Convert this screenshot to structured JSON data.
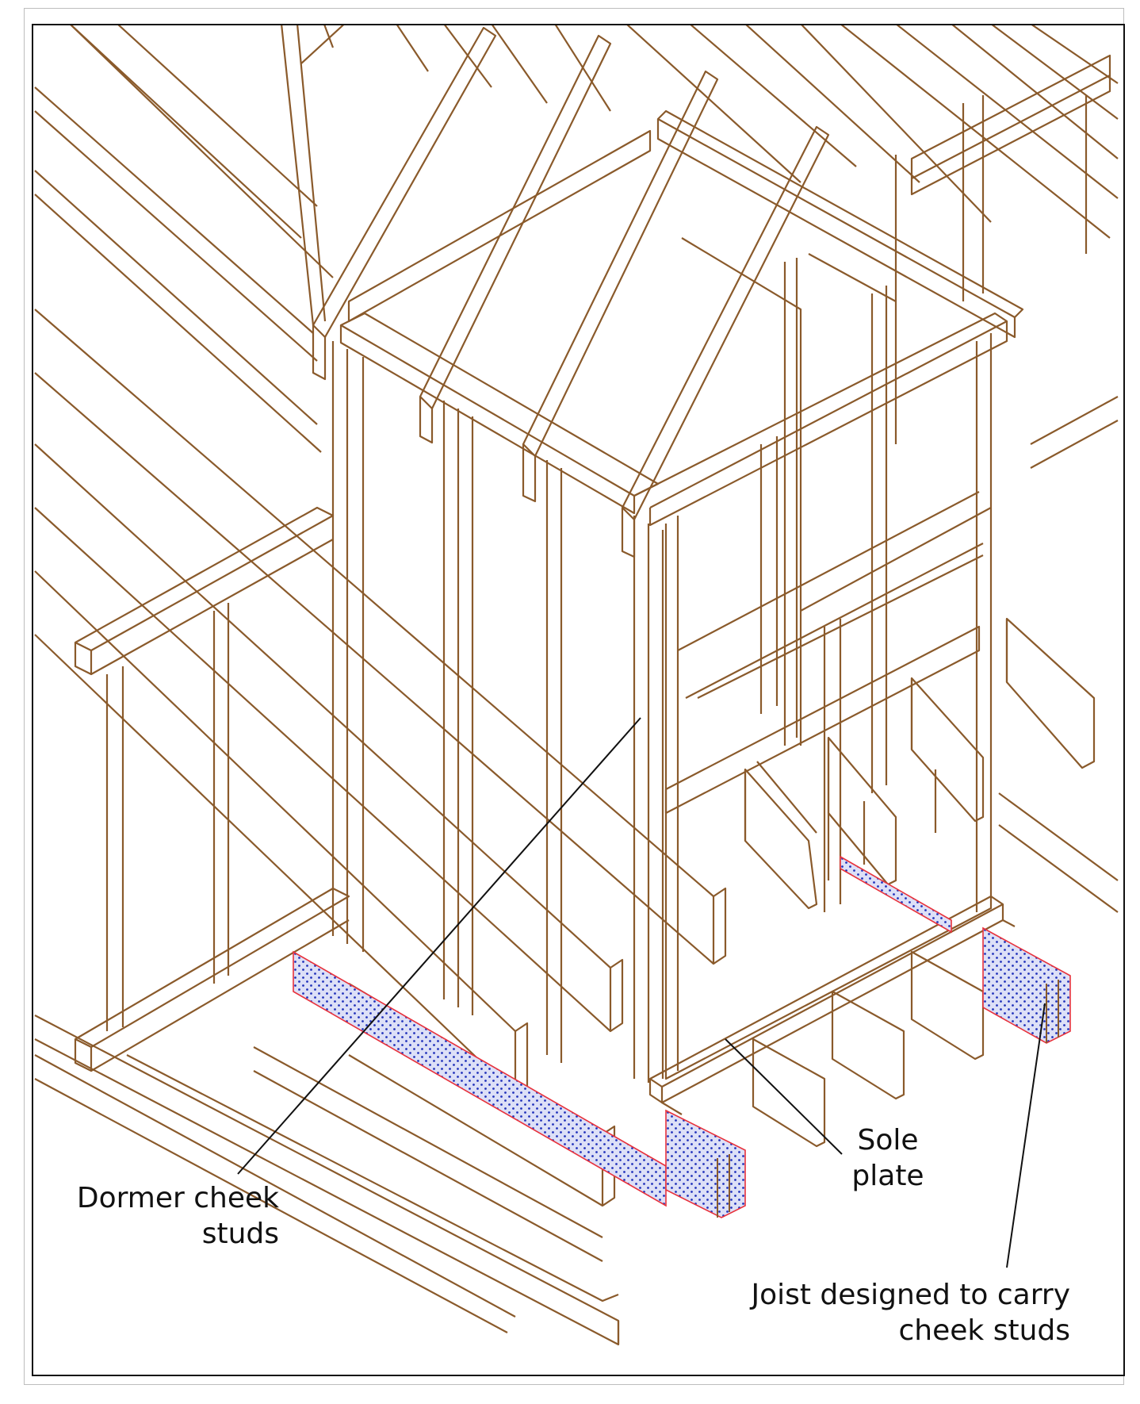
{
  "colors": {
    "timber": "#8a5a2b",
    "section_fill": "#dde0f7",
    "section_dots": "#2233bb",
    "section_outline": "#e8323c",
    "leader": "#111111",
    "frame": "#111111"
  },
  "labels": {
    "dormer_cheek_studs": {
      "line1": "Dormer cheek",
      "line2": "studs"
    },
    "sole_plate": {
      "line1": "Sole",
      "line2": "plate"
    },
    "joist": {
      "line1": "Joist designed to carry",
      "line2": "cheek studs"
    }
  }
}
